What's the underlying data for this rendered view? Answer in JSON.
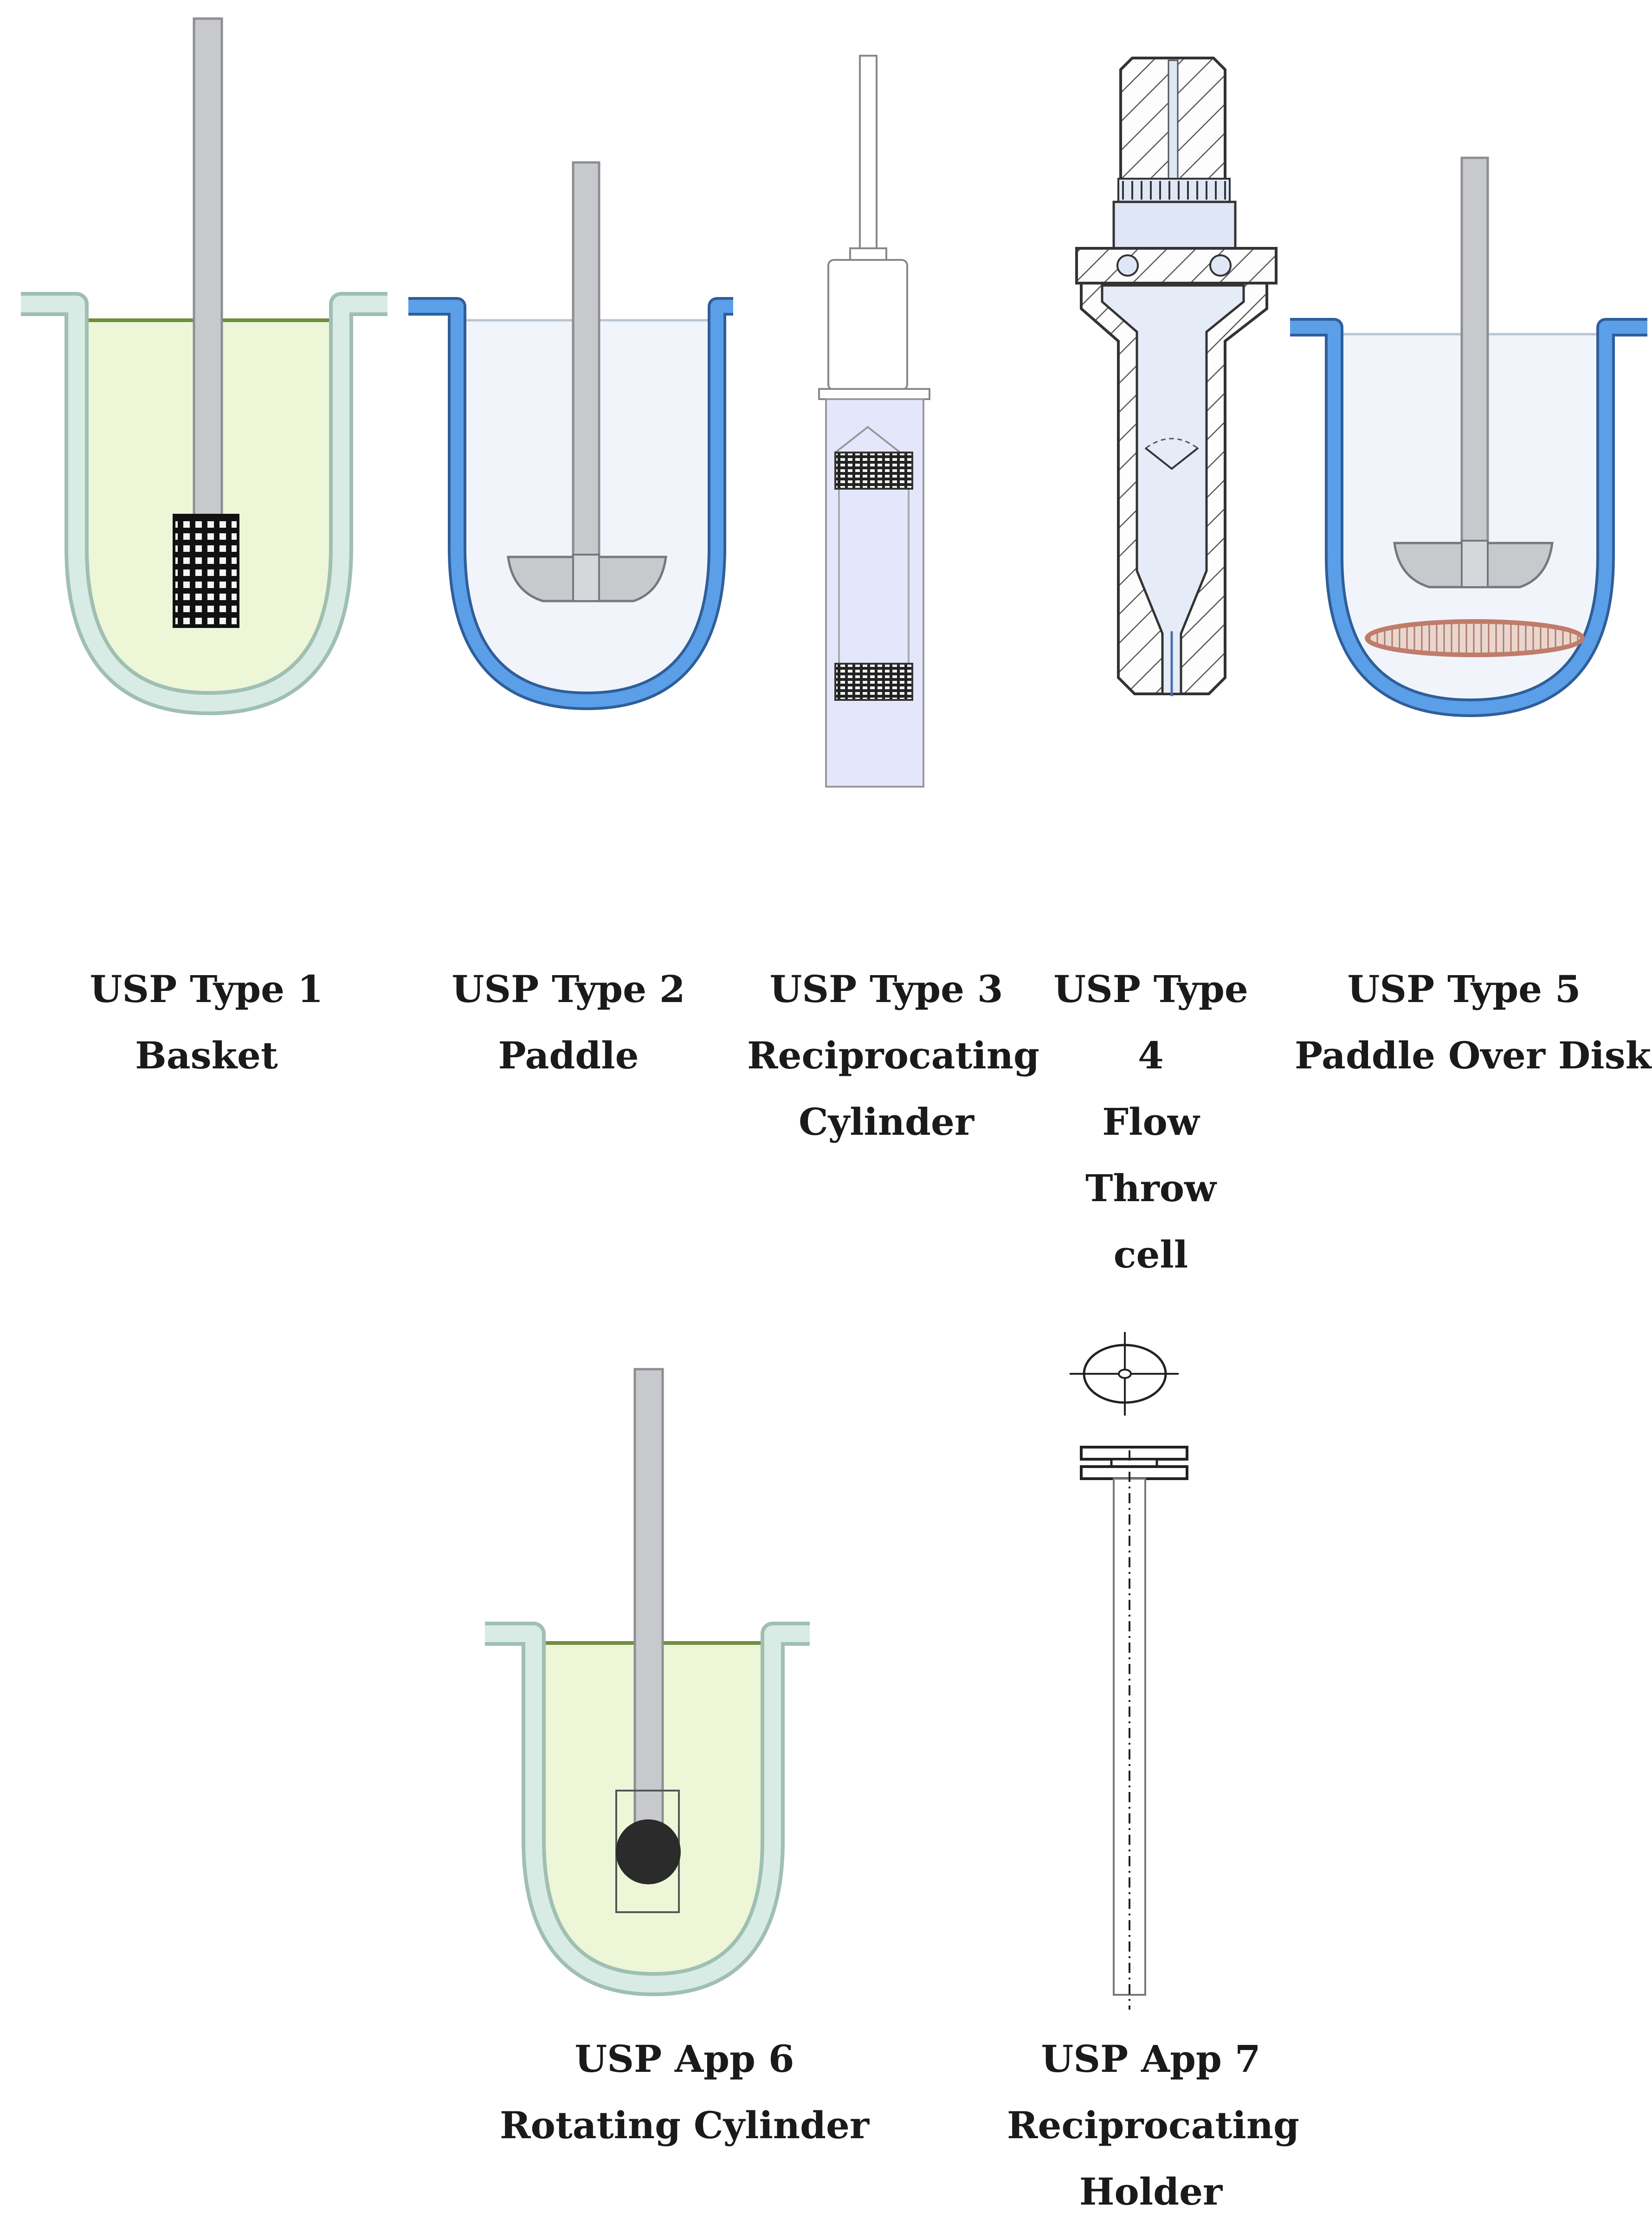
{
  "colors": {
    "glass_rim": "#cfe4dc",
    "glass_edge": "#9fbfb3",
    "medium_green": "#eef6d8",
    "medium_green_line": "#6f8f3f",
    "vessel_blue": "#5b9fe8",
    "vessel_blue_edge": "#2f5e9a",
    "medium_blue": "#f1f5fb",
    "shaft_gray": "#c8c9cd",
    "shaft_edge": "#8d8e92",
    "cylinder_lavender": "#e4e6fb",
    "cell_fill": "#e6ebf8",
    "disk_brown": "#c89a8a",
    "black": "#111111"
  },
  "apparatus": [
    {
      "id": "type1",
      "lines": [
        "USP Type 1",
        "Basket"
      ]
    },
    {
      "id": "type2",
      "lines": [
        "USP Type 2",
        "Paddle"
      ]
    },
    {
      "id": "type3",
      "lines": [
        "USP Type 3",
        "Reciprocating",
        "Cylinder"
      ]
    },
    {
      "id": "type4",
      "lines": [
        "USP Type",
        "4",
        "Flow",
        "Throw",
        "cell"
      ]
    },
    {
      "id": "type5",
      "lines": [
        "USP Type 5",
        "Paddle Over Disk"
      ]
    },
    {
      "id": "app6",
      "lines": [
        "USP App 6",
        "Rotating Cylinder"
      ]
    },
    {
      "id": "app7",
      "lines": [
        "USP App 7",
        "Reciprocating",
        "Holder"
      ]
    }
  ]
}
